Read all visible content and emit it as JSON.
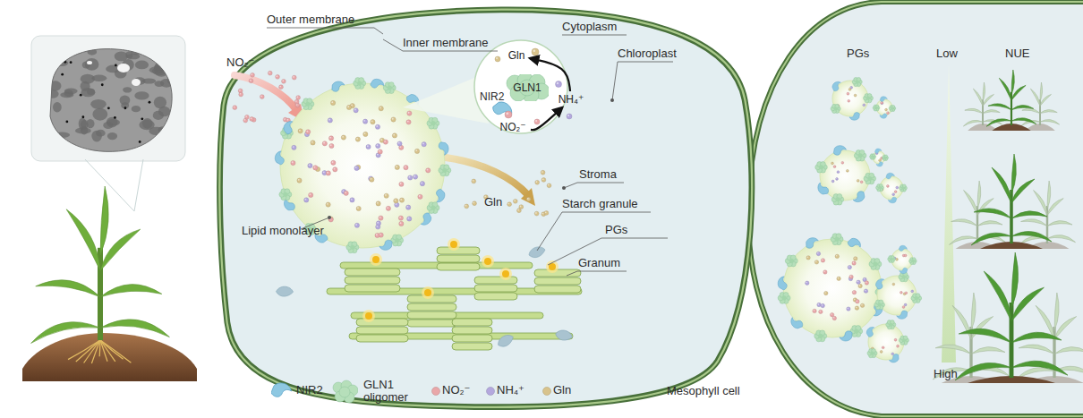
{
  "diagram": {
    "nodes": [
      {
        "text": [
          "NO₂⁻"
        ]
      },
      {
        "text": [
          "NH₄⁺"
        ]
      },
      {
        "text": [
          "Gln"
        ]
      },
      {
        "text": [
          "GLN1"
        ]
      }
    ],
    "edges": [
      {
        "from": 0,
        "to": 1,
        "arrow": "to"
      },
      {
        "from": 1,
        "to": 2,
        "arrow": "to"
      }
    ],
    "labels": [
      "Outer membrane",
      "Inner membrane",
      "Cytoplasm",
      "Chloroplast",
      "NO₂⁻",
      "NIR2",
      "Lipid monolayer",
      "Gln",
      "Stroma",
      "Starch granule",
      "PGs",
      "Granum",
      "Mesophyll cell",
      "PGs",
      "Low",
      "NUE",
      "High"
    ],
    "legend": [
      {
        "text": "NIR2"
      },
      {
        "text": "GLN1 oligomer"
      },
      {
        "text": "NO₂⁻",
        "color": "#e9a7a9"
      },
      {
        "text": "NH₄⁺",
        "color": "#b4a8de"
      },
      {
        "text": "Gln",
        "color": "#d8c38c"
      }
    ]
  }
}
